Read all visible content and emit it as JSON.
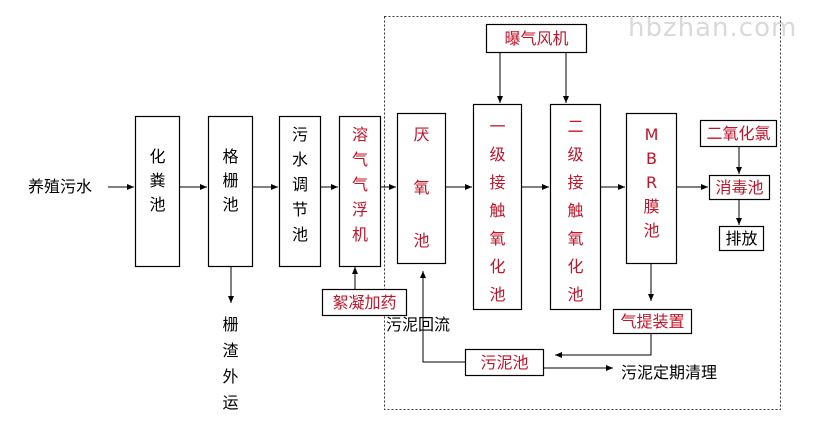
{
  "watermark": "hbzhan.com",
  "colors": {
    "red": "#c0142a",
    "line": "#000000"
  },
  "input_label": "养殖污水",
  "nodes": {
    "huafen": "化粪池",
    "geshan": "格栅池",
    "tiaojie": "污水调节池",
    "qifu": "溶气气浮机",
    "yanyang": "厌氧池",
    "jiechu1": "一级接触氧化池",
    "jiechu2": "二级接触氧化池",
    "mbr": "MBR膜池",
    "baoqi": "曝气风机",
    "hunning": "絮凝加药",
    "eryanghua": "二氧化氯",
    "xiaodu": "消毒池",
    "paifang": "排放",
    "qiti": "气提装置",
    "wuni": "污泥池"
  },
  "labels": {
    "zhazha": "栅渣外运",
    "huiliu": "污泥回流",
    "qingli": "污泥定期清理"
  }
}
